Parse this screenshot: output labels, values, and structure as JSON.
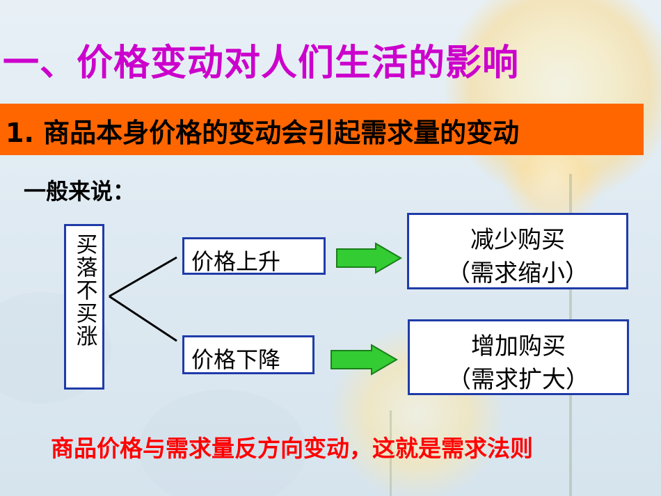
{
  "title": "一、价格变动对人们生活的影响",
  "banner": "1. 商品本身价格的变动会引起需求量的变动",
  "intro": "一般来说：",
  "vertical_label": "买落不买涨",
  "branches": {
    "up": {
      "label": "价格上升",
      "result_line1": "减少购买",
      "result_line2": "（需求缩小）"
    },
    "down": {
      "label": "价格下降",
      "result_line1": "增加购买",
      "result_line2": "（需求扩大）"
    }
  },
  "conclusion": "商品价格与需求量反方向变动，这就是需求法则",
  "colors": {
    "title": "#cc00cc",
    "banner_bg": "#ff6600",
    "box_border": "#1f3ba8",
    "arrow_fill": "#33cc33",
    "conclusion": "#ff0000"
  },
  "icons": [
    "right-arrow-icon",
    "right-arrow-icon"
  ]
}
